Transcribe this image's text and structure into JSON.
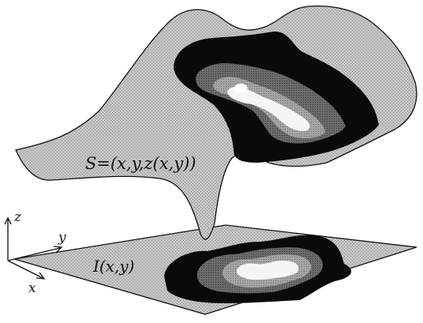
{
  "labels": {
    "surface": "S=(x,y,z(x,y))",
    "image": "I(x,y)",
    "axis_z": "z",
    "axis_y": "y",
    "axis_x": "x"
  },
  "colors": {
    "background": "#ffffff",
    "ink": "#111111",
    "surface_fill": "#bdbdbd",
    "level_1": "#0a0a0a",
    "level_2": "#5c5c5c",
    "level_3": "#9a9a9a",
    "level_4": "#f5f5f5"
  }
}
